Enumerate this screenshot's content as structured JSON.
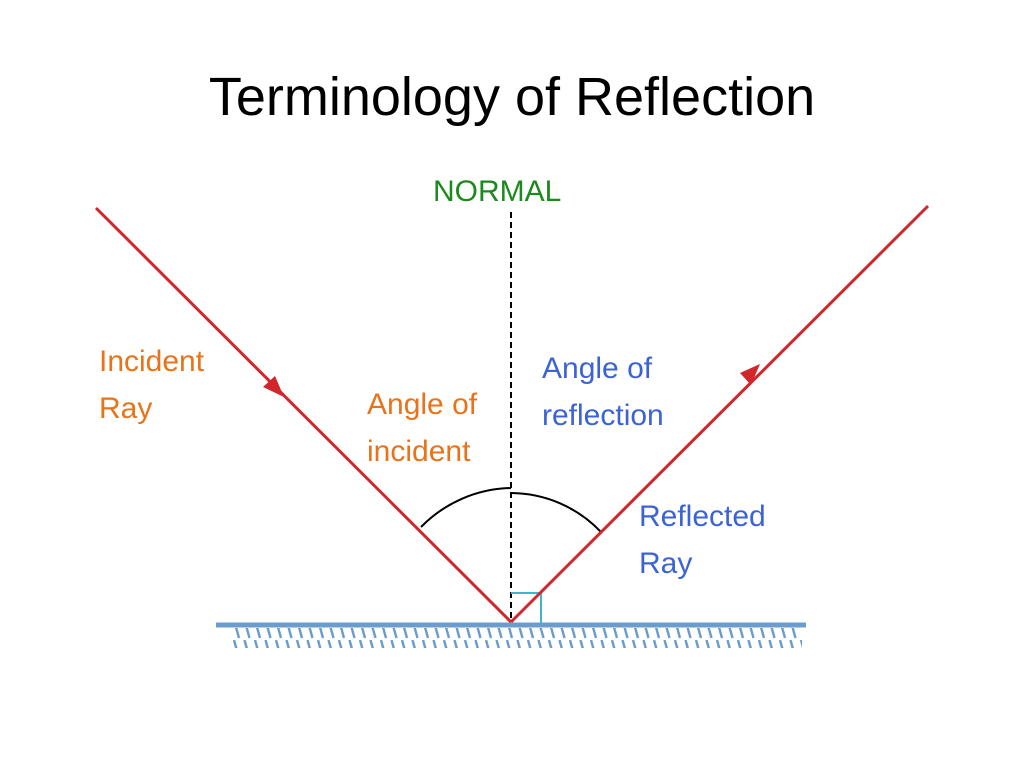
{
  "slide": {
    "title": "Terminology of Reflection"
  },
  "labels": {
    "normal": "NORMAL",
    "incident_ray": [
      "Incident",
      "Ray"
    ],
    "angle_of_incident": [
      "Angle of",
      "incident"
    ],
    "angle_of_reflection": [
      "Angle of",
      "reflection"
    ],
    "reflected_ray": [
      "Reflected",
      "Ray"
    ]
  },
  "colors": {
    "ray": "#d0262c",
    "normal_label": "#1a8a1a",
    "incident_text": "#e8731a",
    "reflection_text": "#3c63d6",
    "mirror": "#6a9ccc",
    "arc": "#000000",
    "right_angle_marker": "#3fb6c8"
  }
}
